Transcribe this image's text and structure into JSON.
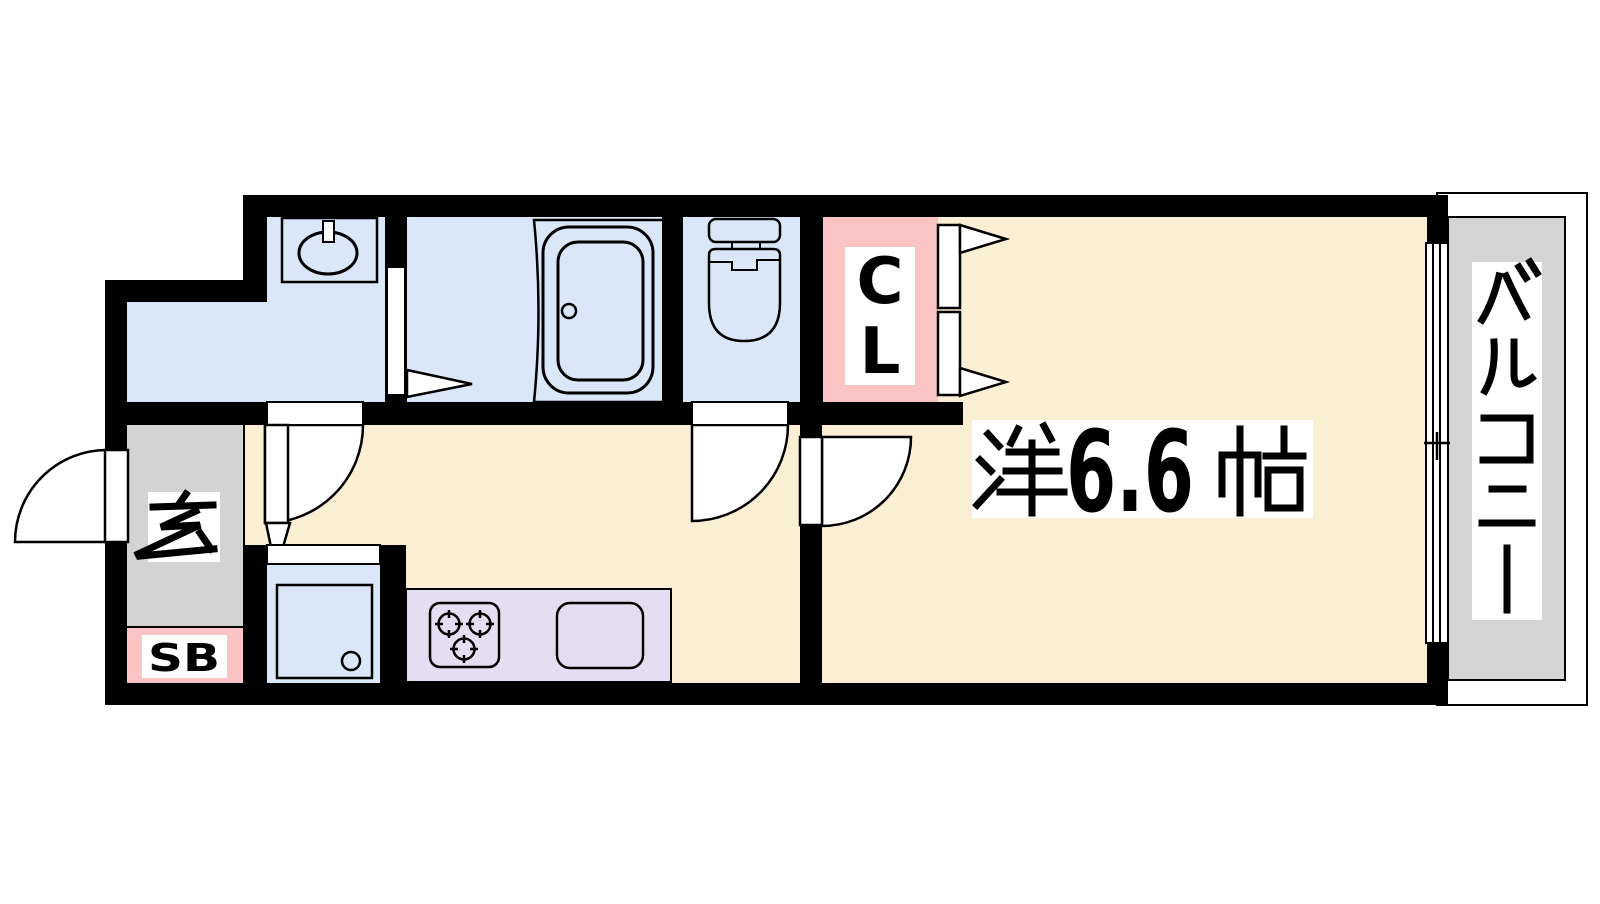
{
  "plan": {
    "type": "apartment-floor-plan",
    "rooms": {
      "western": {
        "label": "洋6.6帖",
        "kanji_prefix": "洋",
        "size_text": "6.6",
        "kanji_suffix": "帖"
      },
      "closet": {
        "label": "CL",
        "char_top": "C",
        "char_bottom": "L"
      },
      "entrance": {
        "label": "玄"
      },
      "shoe_box": {
        "label": "SB"
      },
      "balcony": {
        "label": "バルコニー"
      },
      "bathroom": {
        "fixture": "bathtub"
      },
      "toilet": {
        "fixture": "toilet"
      },
      "washroom": {
        "fixtures": [
          "washbasin",
          "washing-machine-pan"
        ]
      },
      "kitchen": {
        "fixtures": [
          "three-burner-stove",
          "kitchen-sink"
        ]
      }
    },
    "colors": {
      "wall": "#000000",
      "room_floor": "#FBEFD3",
      "wet_area": "#D9E7F8",
      "kitchen_counter": "#E5DDF2",
      "closet_pink": "#FAC4C4",
      "shoebox_pink": "#FAC4C4",
      "entrance_gray": "#D3D3D3",
      "balcony_gray": "#D4D4D4",
      "label_bg": "#FFFFFF"
    }
  }
}
